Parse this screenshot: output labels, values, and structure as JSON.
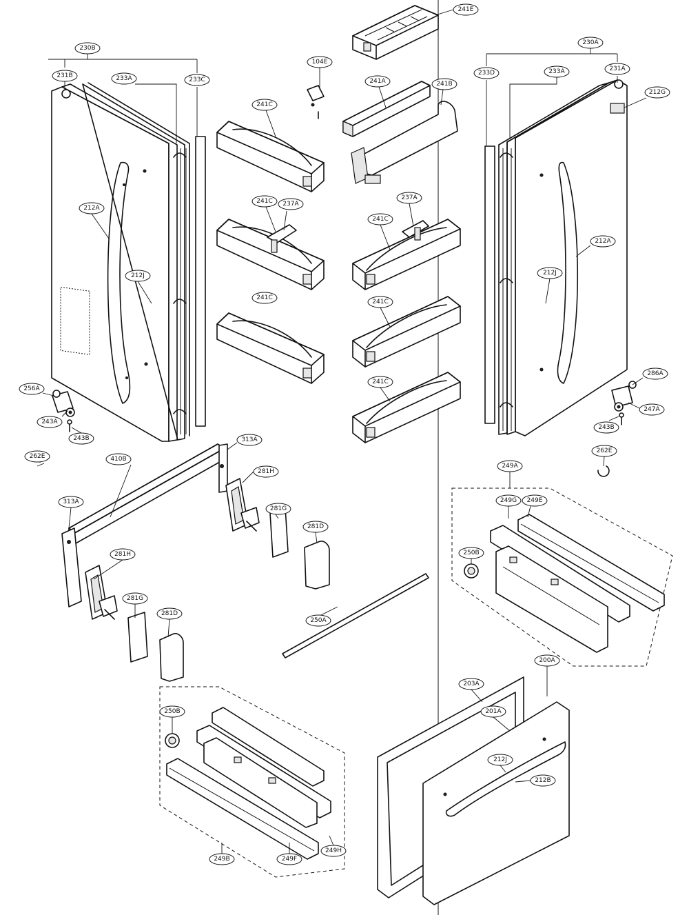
{
  "callouts": [
    {
      "id": "c-230b",
      "label": "230B"
    },
    {
      "id": "c-231b",
      "label": "231B"
    },
    {
      "id": "c-233l",
      "label": "233A"
    },
    {
      "id": "c-233cl",
      "label": "233C"
    },
    {
      "id": "c-104e",
      "label": "104E"
    },
    {
      "id": "c-241e",
      "label": "241E"
    },
    {
      "id": "c-241a",
      "label": "241A"
    },
    {
      "id": "c-241b",
      "label": "241B"
    },
    {
      "id": "c-230a",
      "label": "230A"
    },
    {
      "id": "c-233d",
      "label": "233D"
    },
    {
      "id": "c-233r",
      "label": "233A"
    },
    {
      "id": "c-231a",
      "label": "231A"
    },
    {
      "id": "c-212g",
      "label": "212G"
    },
    {
      "id": "c-241c-1",
      "label": "241C"
    },
    {
      "id": "c-241c-2",
      "label": "241C"
    },
    {
      "id": "c-237a-l",
      "label": "237A"
    },
    {
      "id": "c-241c-3",
      "label": "241C"
    },
    {
      "id": "c-237a-r",
      "label": "237A"
    },
    {
      "id": "c-241c-4",
      "label": "241C"
    },
    {
      "id": "c-241c-5",
      "label": "241C"
    },
    {
      "id": "c-241c-6",
      "label": "241C"
    },
    {
      "id": "c-212a-l",
      "label": "212A"
    },
    {
      "id": "c-212j-l",
      "label": "212J"
    },
    {
      "id": "c-212a-r",
      "label": "212A"
    },
    {
      "id": "c-212j-r",
      "label": "212J"
    },
    {
      "id": "c-256a",
      "label": "256A"
    },
    {
      "id": "c-243a",
      "label": "243A"
    },
    {
      "id": "c-243b-l",
      "label": "243B"
    },
    {
      "id": "c-286a",
      "label": "286A"
    },
    {
      "id": "c-247a",
      "label": "247A"
    },
    {
      "id": "c-243b-r",
      "label": "243B"
    },
    {
      "id": "c-262e-l",
      "label": "262E"
    },
    {
      "id": "c-262e-r",
      "label": "262E"
    },
    {
      "id": "c-410b",
      "label": "410B"
    },
    {
      "id": "c-313a-t",
      "label": "313A"
    },
    {
      "id": "c-281h-t",
      "label": "281H"
    },
    {
      "id": "c-281g-t",
      "label": "281G"
    },
    {
      "id": "c-281d-t",
      "label": "281D"
    },
    {
      "id": "c-313a-l",
      "label": "313A"
    },
    {
      "id": "c-281h-b",
      "label": "281H"
    },
    {
      "id": "c-281g-b",
      "label": "281G"
    },
    {
      "id": "c-281d-b",
      "label": "281D"
    },
    {
      "id": "c-249a",
      "label": "249A"
    },
    {
      "id": "c-249g",
      "label": "249G"
    },
    {
      "id": "c-249e",
      "label": "249E"
    },
    {
      "id": "c-250b-r",
      "label": "250B"
    },
    {
      "id": "c-250a",
      "label": "250A"
    },
    {
      "id": "c-200a",
      "label": "200A"
    },
    {
      "id": "c-203a",
      "label": "203A"
    },
    {
      "id": "c-201a",
      "label": "201A"
    },
    {
      "id": "c-212j-d",
      "label": "212J"
    },
    {
      "id": "c-212b",
      "label": "212B"
    },
    {
      "id": "c-250b-l",
      "label": "250B"
    },
    {
      "id": "c-249b",
      "label": "249B"
    },
    {
      "id": "c-249f",
      "label": "249F"
    },
    {
      "id": "c-249h",
      "label": "249H"
    }
  ]
}
